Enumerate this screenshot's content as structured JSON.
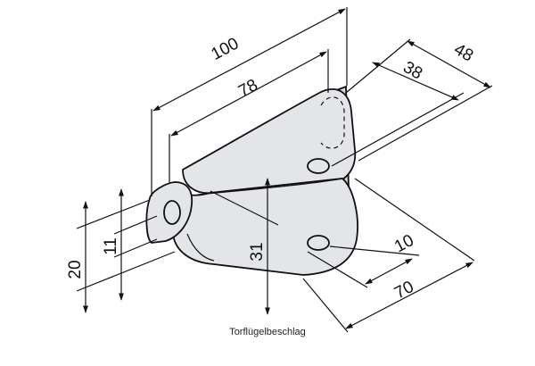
{
  "dimensions": {
    "d100": "100",
    "d78": "78",
    "d48": "48",
    "d38": "38",
    "d10": "10",
    "d70": "70",
    "d31": "31",
    "d20": "20",
    "d11": "11"
  },
  "caption": "Torflügelbeschlag",
  "colors": {
    "line": "#111111",
    "plate_fill": "#e3e5e8",
    "plate_shade": "#d3d6da"
  }
}
